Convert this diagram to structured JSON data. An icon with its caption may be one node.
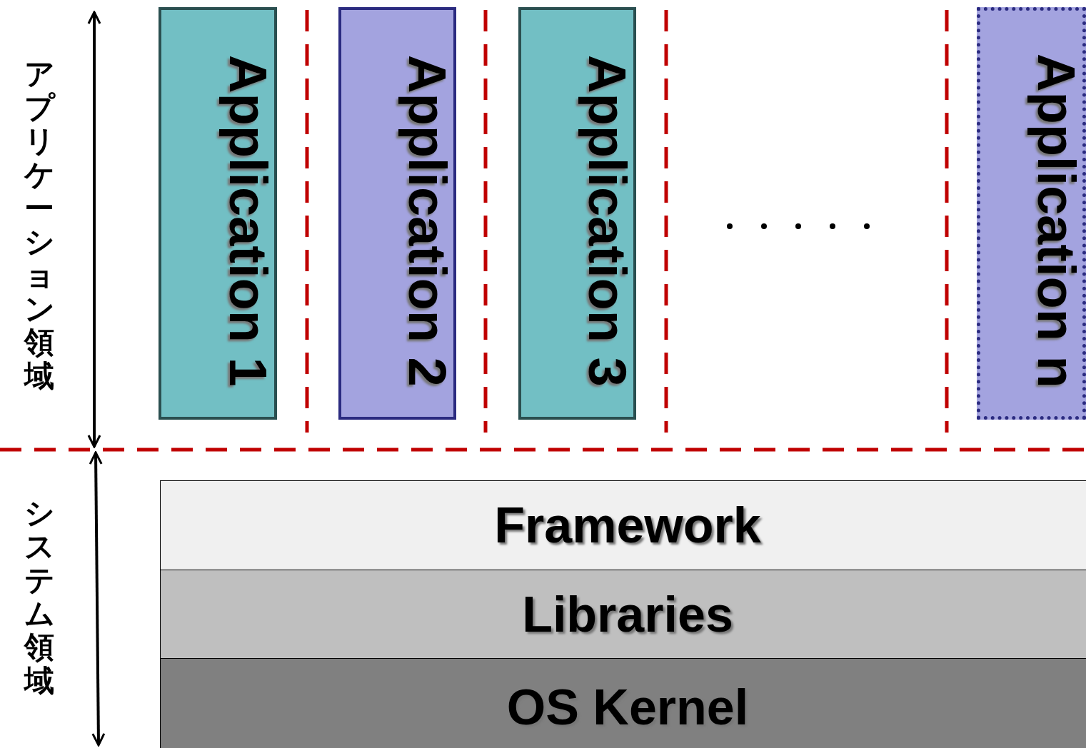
{
  "diagram": {
    "nodes": [
      {
        "text": [
          "Application 1"
        ]
      },
      {
        "text": [
          "Application 2"
        ]
      },
      {
        "text": [
          "Application 3"
        ]
      },
      {
        "text": [
          "Application n"
        ]
      },
      {
        "text": [
          "Framework"
        ]
      },
      {
        "text": [
          "Libraries"
        ]
      },
      {
        "text": [
          "OS Kernel"
        ]
      }
    ],
    "labels": [
      "アプリケーション領域",
      "システム領域"
    ]
  }
}
